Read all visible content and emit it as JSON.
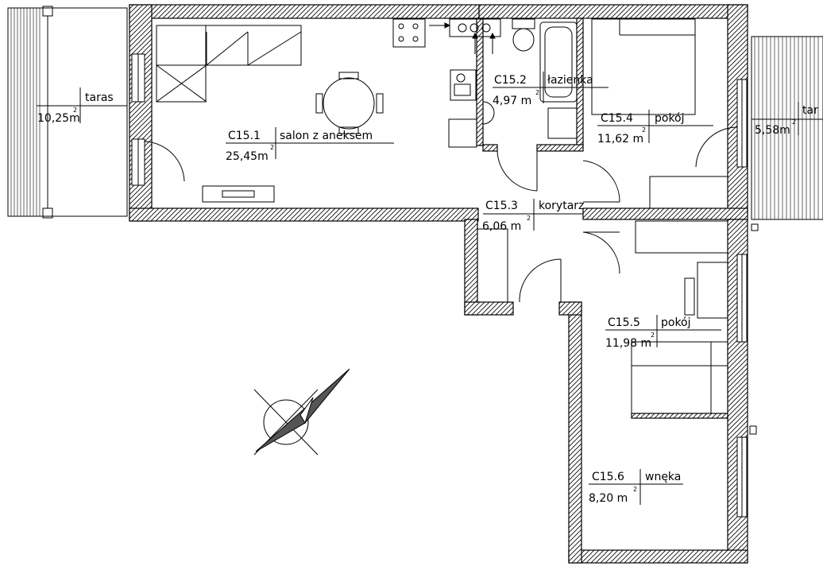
{
  "rooms": [
    {
      "code": "C15.1",
      "name": "salon z aneksem",
      "area": "25,45m",
      "unit_sup": "2"
    },
    {
      "code": "C15.2",
      "name": "łazienka",
      "area": "4,97  m",
      "unit_sup": "2"
    },
    {
      "code": "C15.3",
      "name": "korytarz",
      "area": "6,06  m",
      "unit_sup": "2"
    },
    {
      "code": "C15.4",
      "name": "pokój",
      "area": "11,62 m",
      "unit_sup": "2"
    },
    {
      "code": "C15.5",
      "name": "pokój",
      "area": "11,98 m",
      "unit_sup": "2"
    },
    {
      "code": "C15.6",
      "name": "wnęka",
      "area": "8,20  m",
      "unit_sup": "2"
    }
  ],
  "terraces": [
    {
      "name": "taras",
      "area": "10,25m",
      "unit_sup": "2"
    },
    {
      "name": "tar",
      "area": "5,58m",
      "unit_sup": "2"
    }
  ],
  "colors": {
    "line": "#000000",
    "wall_hatch": "#000000",
    "compass_fill": "#555555"
  }
}
